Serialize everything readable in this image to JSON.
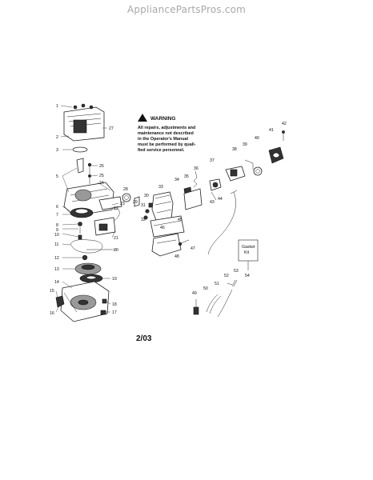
{
  "header": {
    "watermark": "AppliancePartsPros.com"
  },
  "warning": {
    "title": "WARNING",
    "lines": [
      "All repairs, adjustments and",
      "maintenance not described",
      "in the Operator's Manual",
      "must be performed by quali-",
      "fied service personnel."
    ]
  },
  "gasket_kit": {
    "line1": "Gasket",
    "line2": "Kit"
  },
  "date_code": "2/03",
  "callouts": {
    "n1": "1",
    "n2": "2",
    "n3": "3",
    "n5": "5",
    "n6": "6",
    "n7": "7",
    "n8": "8",
    "n9": "9",
    "n10": "10",
    "n11": "11",
    "n12": "12",
    "n13": "13",
    "n14": "14",
    "n15": "15",
    "n16": "16",
    "n17": "17",
    "n18": "18",
    "n19": "19",
    "n20": "20",
    "n21": "21",
    "n22": "22",
    "n23": "23",
    "n24": "24",
    "n25": "25",
    "n26": "26",
    "n27": "27",
    "n28": "28",
    "n29": "29",
    "n30": "30",
    "n31": "31",
    "n32": "32",
    "n33": "33",
    "n34": "34",
    "n35": "35",
    "n36": "36",
    "n37": "37",
    "n38": "38",
    "n39": "39",
    "n40": "40",
    "n41": "41",
    "n42": "42",
    "n43": "43",
    "n44": "44",
    "n45": "45",
    "n46": "46",
    "n47": "47",
    "n48": "48",
    "n49": "49",
    "n50": "50",
    "n51": "51",
    "n52": "52",
    "n53": "53",
    "n54": "54"
  }
}
